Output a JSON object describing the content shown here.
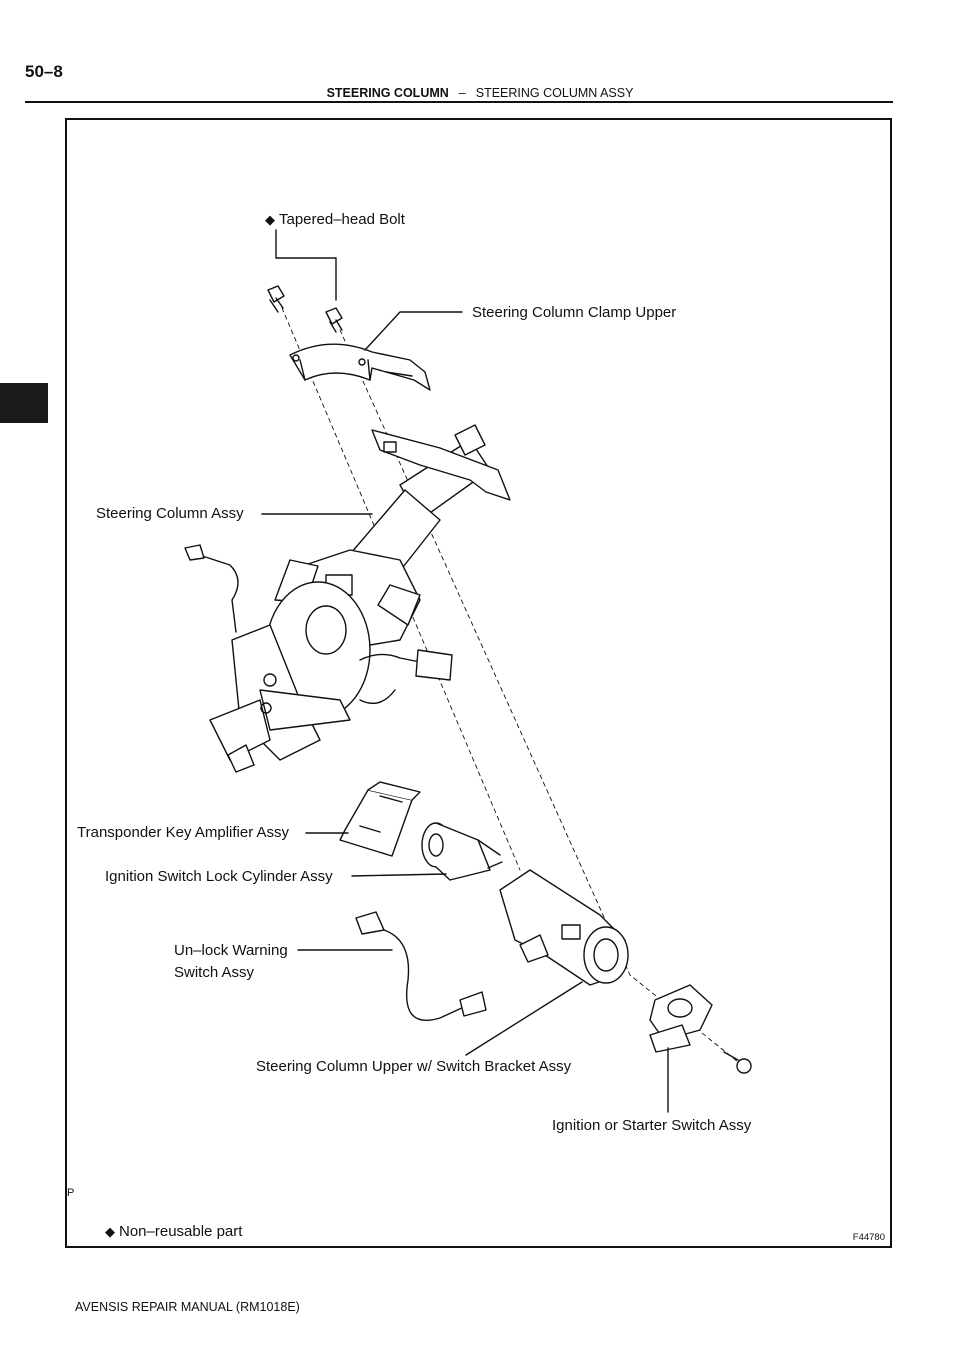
{
  "page": {
    "number": "50–8",
    "section": "STEERING COLUMN",
    "separator": "–",
    "subsection": "STEERING COLUMN ASSY",
    "footer": "AVENSIS REPAIR MANUAL   (RM1018E)"
  },
  "figure": {
    "id": "F44780",
    "corner_mark": "P",
    "labels": {
      "bolt": "Tapered–head Bolt",
      "clamp": "Steering Column Clamp Upper",
      "column": "Steering Column Assy",
      "transponder": "Transponder Key Amplifier Assy",
      "lock_cylinder": "Ignition Switch Lock Cylinder Assy",
      "unlock_line1": "Un–lock Warning",
      "unlock_line2": "Switch Assy",
      "bracket": "Steering Column Upper w/ Switch Bracket Assy",
      "ignition_switch": "Ignition or Starter Switch Assy"
    },
    "legend": {
      "symbol": "◆",
      "text": "Non–reusable part"
    }
  }
}
